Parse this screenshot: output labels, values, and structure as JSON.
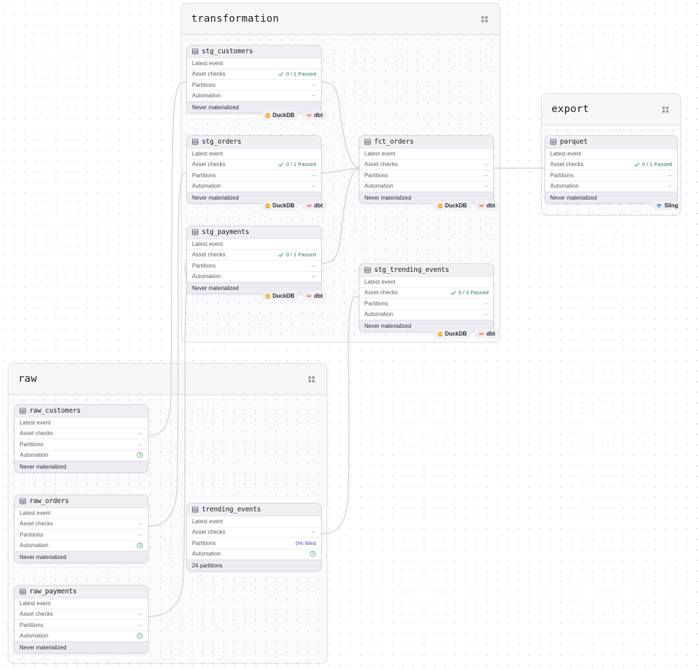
{
  "groups": [
    {
      "id": "transformation",
      "title": "transformation",
      "collapse_icon": "collapse-icon"
    },
    {
      "id": "export",
      "title": "export",
      "collapse_icon": "collapse-icon"
    },
    {
      "id": "raw",
      "title": "raw",
      "collapse_icon": "collapse-icon"
    }
  ],
  "labels": {
    "latest_event": "Latest event",
    "asset_checks": "Asset checks",
    "partitions": "Partitions",
    "automation": "Automation",
    "dash": "–"
  },
  "assets": [
    {
      "id": "stg_customers",
      "name": "stg_customers",
      "group": "transformation",
      "latest_event": "",
      "asset_checks": "0 / 1 Passed",
      "asset_checks_state": "passed",
      "partitions": "–",
      "partitions_state": "dash",
      "automation": "–",
      "automation_state": "dash",
      "footer": "Never materialized",
      "badges": [
        "DuckDB",
        "dbt"
      ]
    },
    {
      "id": "stg_orders",
      "name": "stg_orders",
      "group": "transformation",
      "latest_event": "",
      "asset_checks": "0 / 1 Passed",
      "asset_checks_state": "passed",
      "partitions": "–",
      "partitions_state": "dash",
      "automation": "–",
      "automation_state": "dash",
      "footer": "Never materialized",
      "badges": [
        "DuckDB",
        "dbt"
      ]
    },
    {
      "id": "stg_payments",
      "name": "stg_payments",
      "group": "transformation",
      "latest_event": "",
      "asset_checks": "0 / 1 Passed",
      "asset_checks_state": "passed",
      "partitions": "–",
      "partitions_state": "dash",
      "automation": "–",
      "automation_state": "dash",
      "footer": "Never materialized",
      "badges": [
        "DuckDB",
        "dbt"
      ]
    },
    {
      "id": "fct_orders",
      "name": "fct_orders",
      "group": "transformation",
      "latest_event": "",
      "asset_checks": "–",
      "asset_checks_state": "dash",
      "partitions": "–",
      "partitions_state": "dash",
      "automation": "–",
      "automation_state": "dash",
      "footer": "Never materialized",
      "badges": [
        "DuckDB",
        "dbt"
      ]
    },
    {
      "id": "stg_trending_events",
      "name": "stg_trending_events",
      "group": "transformation",
      "latest_event": "",
      "asset_checks": "0 / 3 Passed",
      "asset_checks_state": "passed",
      "partitions": "–",
      "partitions_state": "dash",
      "automation": "–",
      "automation_state": "dash",
      "footer": "Never materialized",
      "badges": [
        "DuckDB",
        "dbt"
      ]
    },
    {
      "id": "parquet",
      "name": "parquet",
      "group": "export",
      "latest_event": "",
      "asset_checks": "0 / 1 Passed",
      "asset_checks_state": "passed",
      "partitions": "–",
      "partitions_state": "dash",
      "automation": "–",
      "automation_state": "dash",
      "footer": "Never materialized",
      "badges": [
        "Sling"
      ]
    },
    {
      "id": "raw_customers",
      "name": "raw_customers",
      "group": "raw",
      "latest_event": "",
      "asset_checks": "–",
      "asset_checks_state": "dash",
      "partitions": "–",
      "partitions_state": "dash",
      "automation": "clock",
      "automation_state": "clock",
      "footer": "Never materialized",
      "badges": []
    },
    {
      "id": "raw_orders",
      "name": "raw_orders",
      "group": "raw",
      "latest_event": "",
      "asset_checks": "–",
      "asset_checks_state": "dash",
      "partitions": "–",
      "partitions_state": "dash",
      "automation": "clock",
      "automation_state": "clock",
      "footer": "Never materialized",
      "badges": []
    },
    {
      "id": "raw_payments",
      "name": "raw_payments",
      "group": "raw",
      "latest_event": "",
      "asset_checks": "–",
      "asset_checks_state": "dash",
      "partitions": "–",
      "partitions_state": "dash",
      "automation": "clock",
      "automation_state": "clock",
      "footer": "Never materialized",
      "badges": []
    },
    {
      "id": "trending_events",
      "name": "trending_events",
      "group": "raw",
      "latest_event": "",
      "asset_checks": "–",
      "asset_checks_state": "dash",
      "partitions": "0% filled",
      "partitions_state": "value",
      "automation": "clock",
      "automation_state": "clock",
      "footer": "24 partitions",
      "badges": []
    }
  ],
  "badge_defs": {
    "DuckDB": {
      "label": "DuckDB",
      "icon": "duckdb-icon",
      "color": "#f5a623"
    },
    "dbt": {
      "label": "dbt",
      "icon": "dbt-icon",
      "color": "#ff694a"
    },
    "Sling": {
      "label": "Sling",
      "icon": "sling-icon",
      "color": "#4a7fe8"
    }
  },
  "colors": {
    "passed": "#2d7a4a",
    "partition_value": "#4a4ac0",
    "edge": "#d3d3dd",
    "card_border": "#d6d6e0",
    "panel_bg": "#fafafc"
  }
}
